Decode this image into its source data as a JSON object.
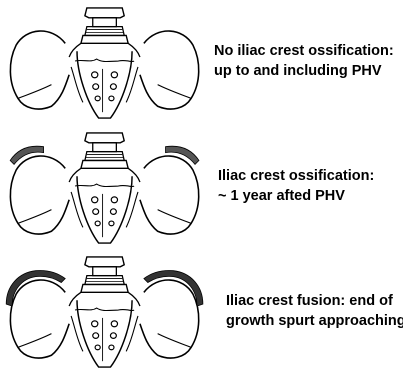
{
  "colors": {
    "line": "#000000",
    "crest_ossification": "#555555",
    "crest_fusion": "#333333",
    "background": "#ffffff"
  },
  "stages": [
    {
      "crest": "none",
      "caption_line1": "No iliac crest ossification:",
      "caption_line2": "up to and including PHV"
    },
    {
      "crest": "ossification",
      "caption_line1": "Iliac crest ossification:",
      "caption_line2": "~ 1 year afted PHV"
    },
    {
      "crest": "fusion",
      "caption_line1": "Iliac crest fusion: end of",
      "caption_line2": "growth spurt approaching"
    }
  ]
}
